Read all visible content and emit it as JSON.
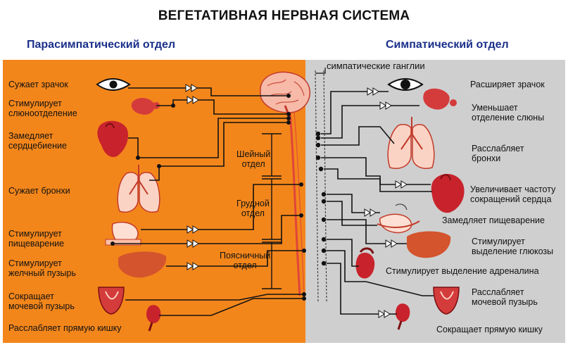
{
  "title": "ВЕГЕТАТИВНАЯ НЕРВНАЯ СИСТЕМА",
  "headers": {
    "parasympathetic": "Парасимпатический отдел",
    "sympathetic": "Симпатический отдел"
  },
  "left_effects": [
    [
      "Сужает зрачок"
    ],
    [
      "Стимулирует",
      "слюноотделение"
    ],
    [
      "Замедляет",
      "сердцебиение"
    ],
    [
      "Сужает бронхи"
    ],
    [
      "Стимулирует",
      "пищеварение"
    ],
    [
      "Стимулирует",
      "желчный пузырь"
    ],
    [
      "Сокращает",
      "мочевой пузырь"
    ],
    [
      "Расслабляет прямую кишку"
    ]
  ],
  "spine_sections": [
    [
      "Шейный",
      "отдел"
    ],
    [
      "Грудной",
      "отдел"
    ],
    [
      "Поясничный",
      "отдел"
    ]
  ],
  "ganglia_label": "симпатические ганглии",
  "right_effects": [
    [
      "Расширяет зрачок"
    ],
    [
      "Уменьшает",
      "отделение слюны"
    ],
    [
      "Расслабляет",
      "бронхи"
    ],
    [
      "Увеличивает частоту",
      "сокращений сердца"
    ],
    [
      "Замедляет пищеварение"
    ],
    [
      "Стимулирует",
      "выделение глюкозы"
    ],
    [
      "Стимулирует выделение адреналина"
    ],
    [
      "Расслабляет",
      "мочевой пузырь"
    ],
    [
      "Сокращает прямую кишку"
    ]
  ],
  "colors": {
    "parasympathetic_bg": "#f3861b",
    "sympathetic_bg": "#cfcfcf",
    "organ": "#c8232c",
    "header_text": "#1a2f8a"
  },
  "icons": [
    "eye-icon",
    "salivary-gland-icon",
    "heart-icon",
    "lungs-icon",
    "stomach-icon",
    "liver-icon",
    "bladder-icon",
    "rectum-icon",
    "kidney-adrenal-icon",
    "brain-icon",
    "spinal-cord-icon"
  ]
}
